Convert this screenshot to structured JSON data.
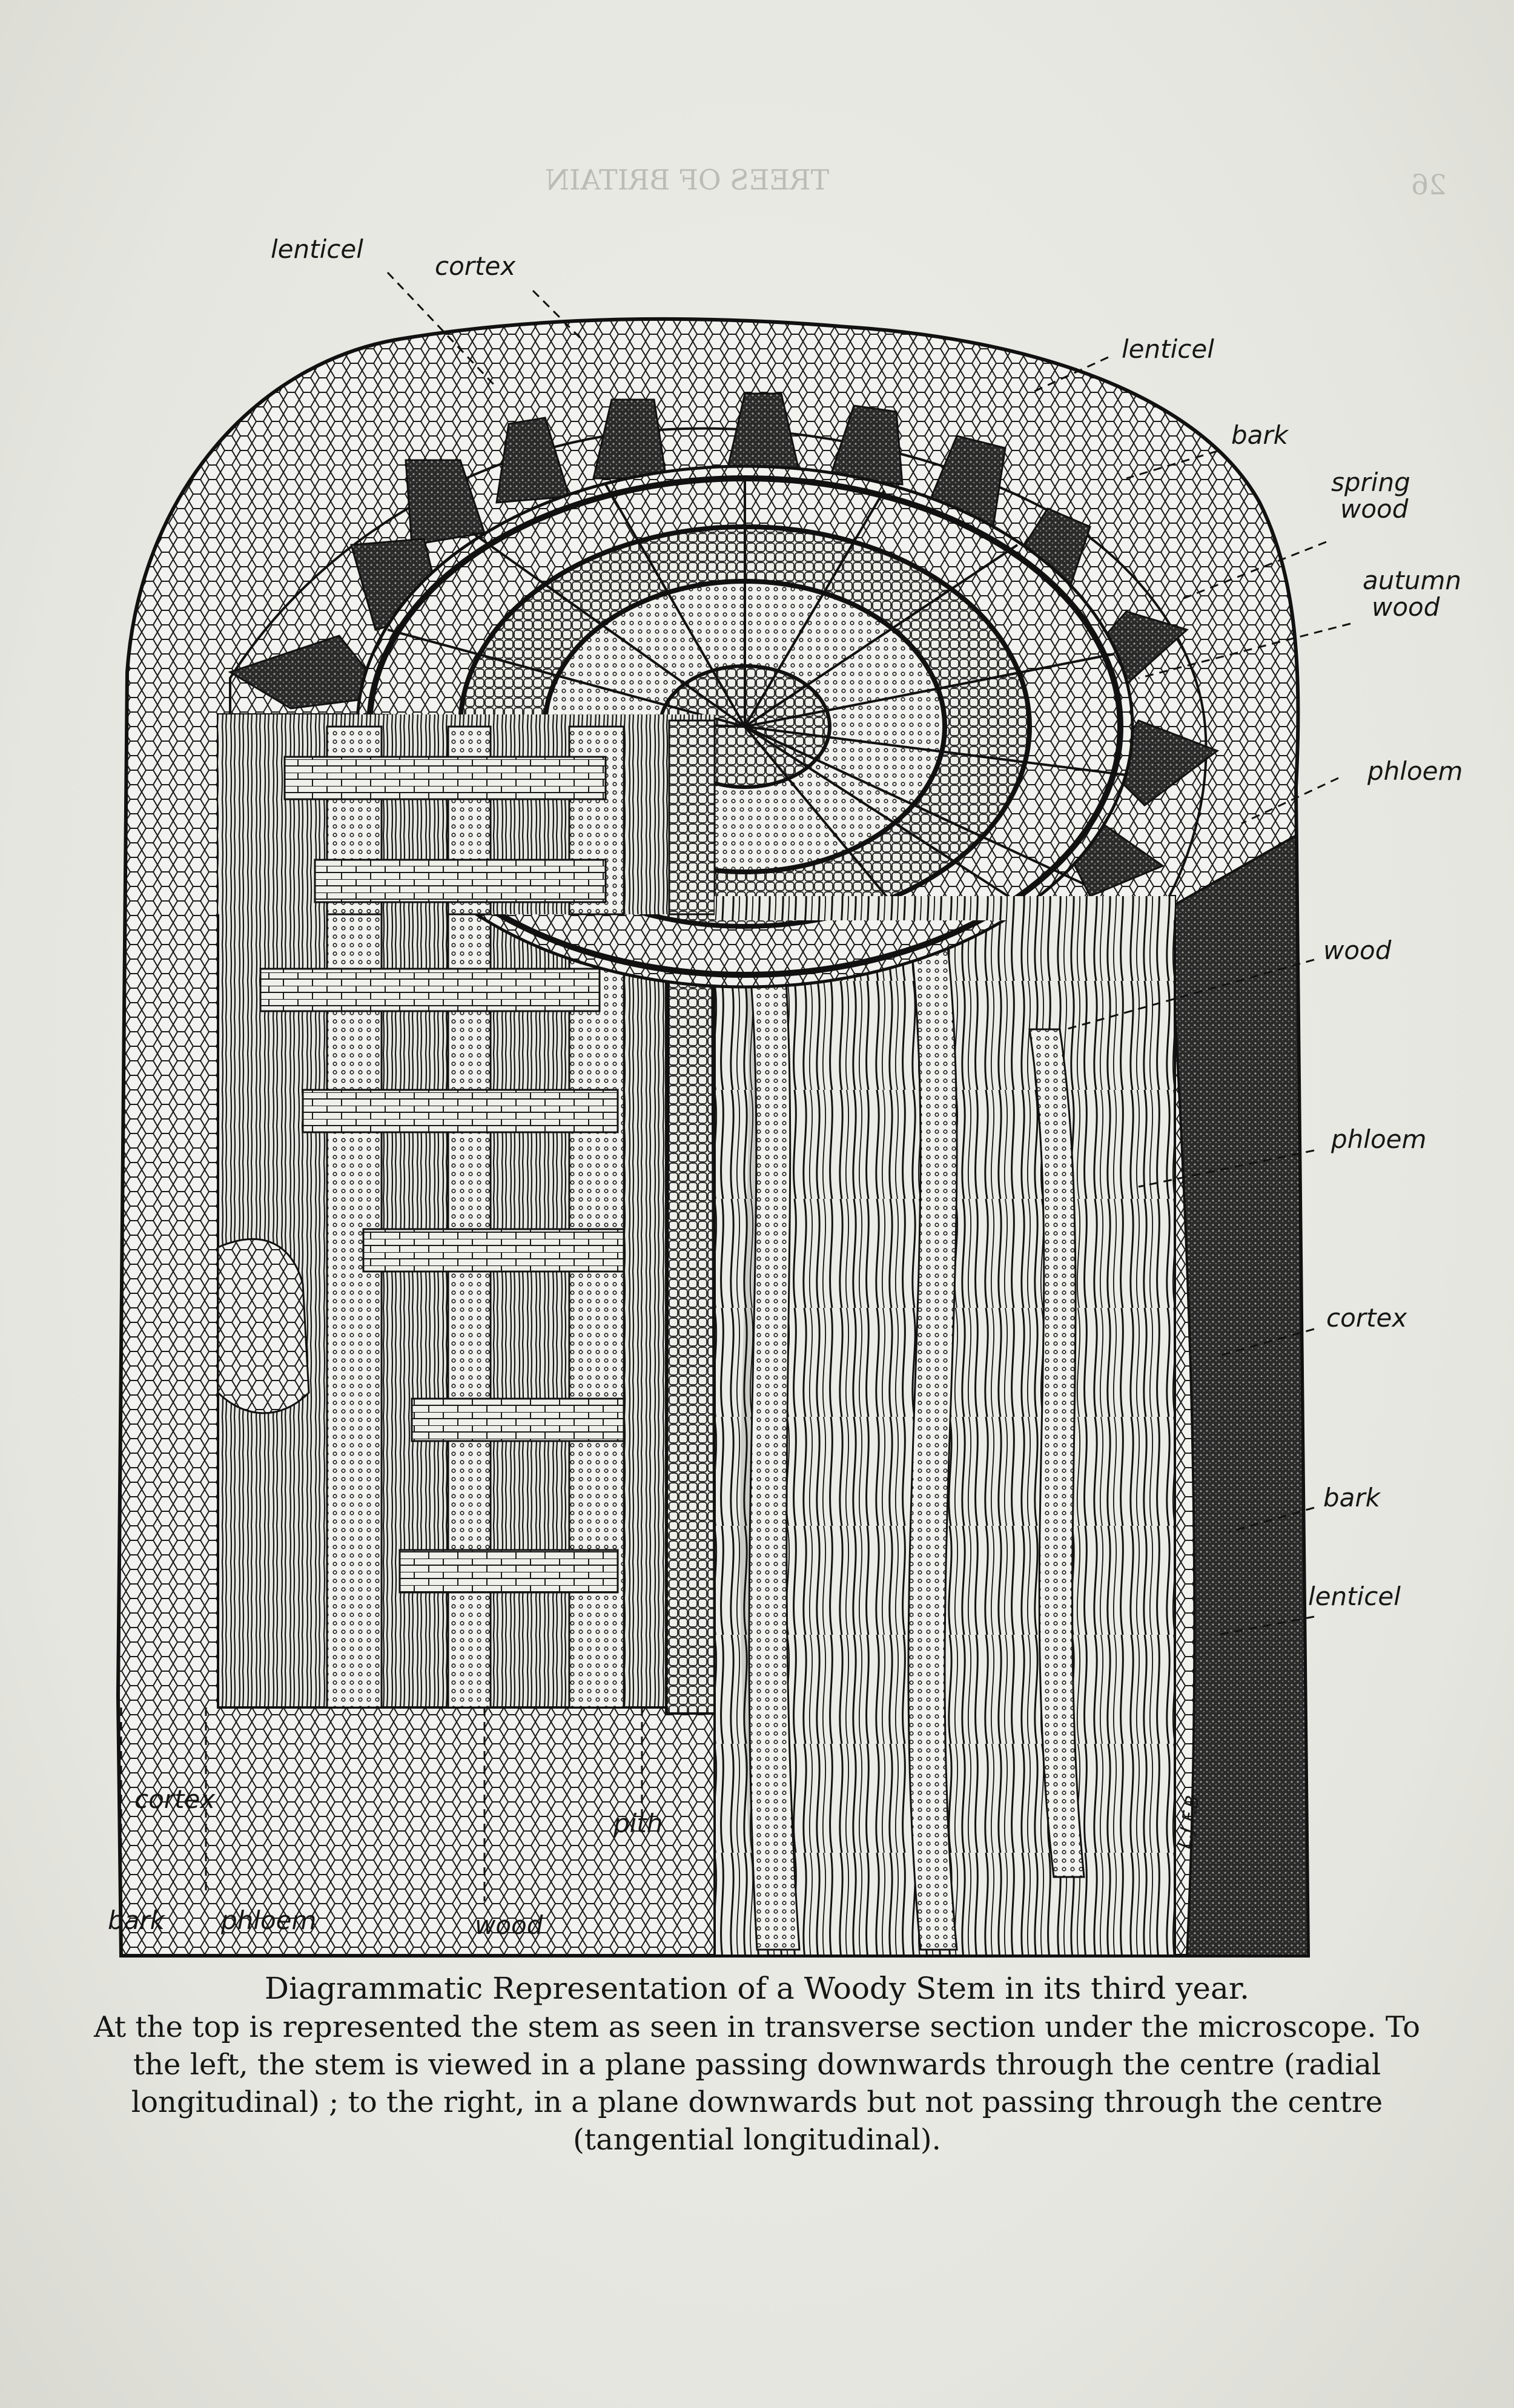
{
  "header": {
    "page_number": "26",
    "running_title": "TREES OF BRITAIN"
  },
  "labels": {
    "lenticel_top": "lenticel",
    "cortex_top": "cortex",
    "lenticel_right_top": "lenticel",
    "bark_right_top": "bark",
    "spring_wood": [
      "spring",
      "wood"
    ],
    "autumn_wood": [
      "autumn",
      "wood"
    ],
    "phloem_right_top": "phloem",
    "wood_right": "wood",
    "phloem_right": "phloem",
    "cortex_right": "cortex",
    "bark_right": "bark",
    "lenticel_right": "lenticel",
    "cortex_bottom": "cortex",
    "pith_bottom": "pith",
    "bark_bottom": "bark",
    "phloem_bottom": "phloem",
    "wood_bottom": "wood",
    "signature": "L.J.F.B."
  },
  "caption": {
    "title": "Diagrammatic Representation of a Woody Stem in its third year.",
    "body": "At the top is represented the stem as seen in transverse section under the microscope. To the left, the stem is viewed in a plane passing downwards through the centre (radial longitudinal) ; to the right, in a plane downwards but not passing through the centre (tangential longitudinal)."
  },
  "colors": {
    "ink": "#151515",
    "paper": "#ebebe6"
  }
}
